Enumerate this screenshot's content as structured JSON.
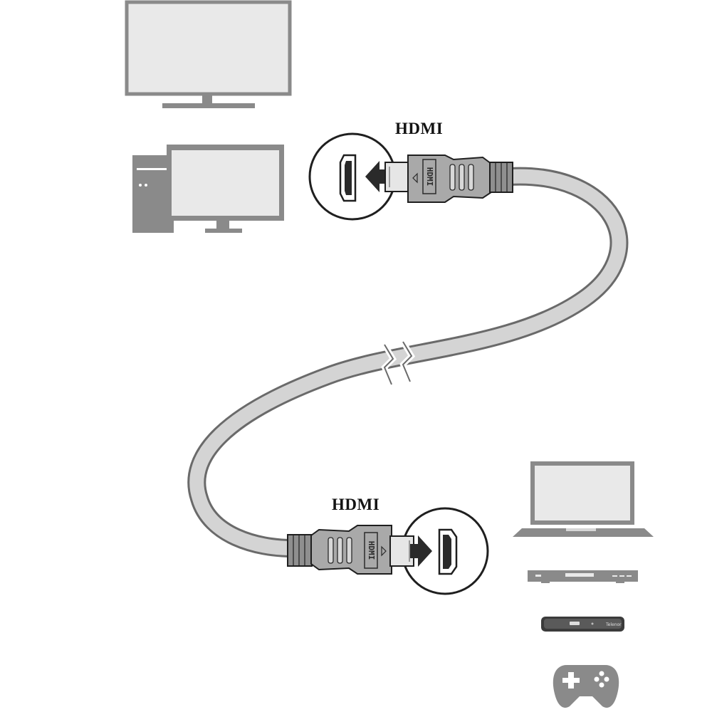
{
  "connector_labels": {
    "top": "HDMI",
    "bottom": "HDMI"
  },
  "plug_text": "HDMI",
  "brand_text": "Telenor",
  "source_devices": [
    "tv-icon",
    "desktop-computer-icon"
  ],
  "sink_devices": [
    "laptop-icon",
    "dvd-player-icon",
    "set-top-box-icon",
    "gamepad-icon"
  ],
  "colors": {
    "device_gray": "#8a8a8a",
    "screen_fill": "#e9e9e9",
    "cable_outline": "#6a6a6a",
    "cable_fill": "#d4d4d4",
    "plug_fill": "#a9a9a9",
    "arrow": "#2a2a2a"
  }
}
